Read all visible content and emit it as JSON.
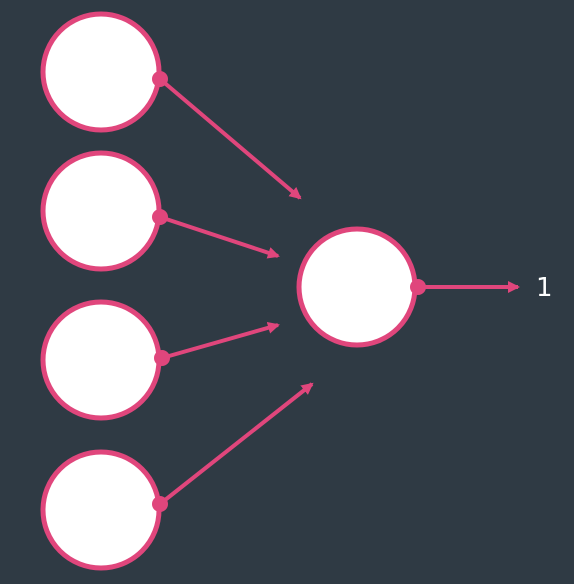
{
  "diagram": {
    "colors": {
      "background": "#2f3a44",
      "accent": "#e0467c",
      "node_fill": "#ffffff"
    },
    "input_nodes": [
      {
        "id": "input-1"
      },
      {
        "id": "input-2"
      },
      {
        "id": "input-3"
      },
      {
        "id": "input-4"
      }
    ],
    "output_node": {
      "id": "neuron"
    },
    "output_label": "1"
  }
}
